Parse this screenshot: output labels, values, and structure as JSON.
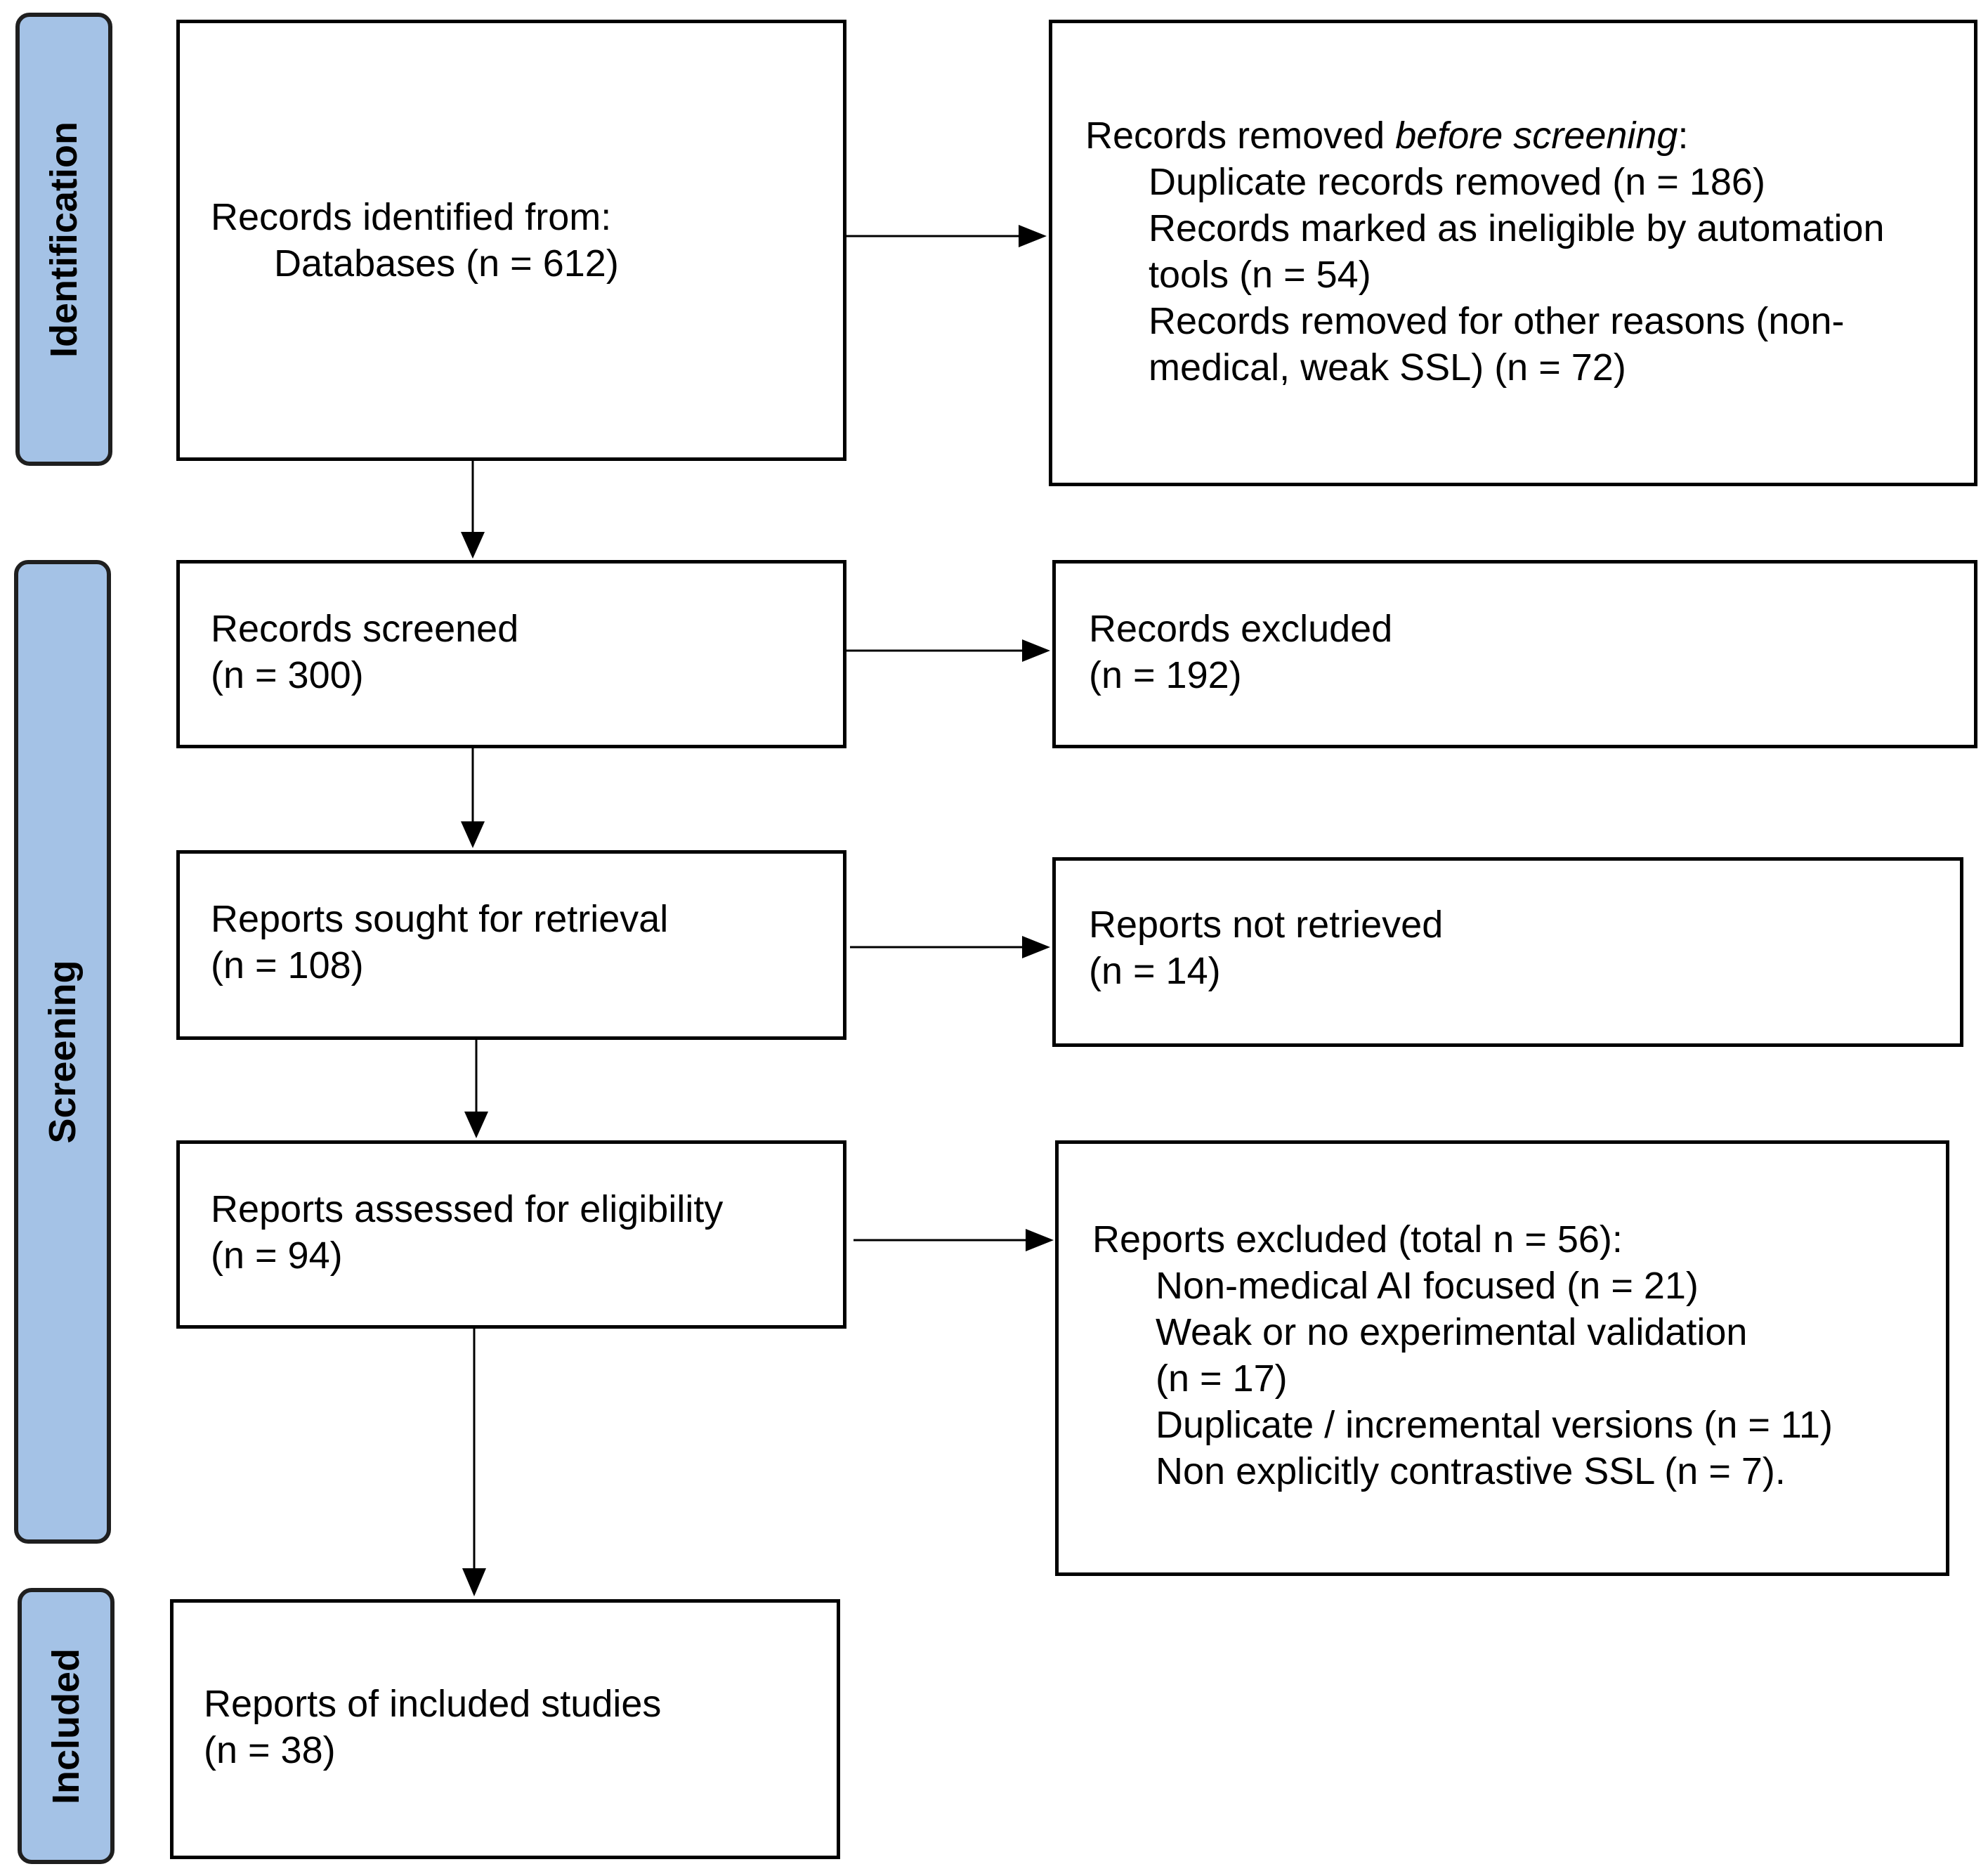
{
  "phases": {
    "identification": "Identification",
    "screening": "Screening",
    "included": "Included"
  },
  "identified": {
    "heading": "Records identified from:",
    "databases": "Databases (n = 612)"
  },
  "removed": {
    "heading_pre": "Records removed ",
    "heading_em": "before screening",
    "heading_post": ":",
    "duplicates": "Duplicate records removed (n = 186)",
    "automation_1": "Records marked as ineligible by automation",
    "automation_2": "tools (n = 54)",
    "other_1": "Records removed for other reasons (non-",
    "other_2": "medical, weak SSL) (n = 72)"
  },
  "screened": {
    "label": "Records screened",
    "count": "(n = 300)"
  },
  "excluded": {
    "label": "Records excluded",
    "count": "(n = 192)"
  },
  "sought": {
    "label": "Reports sought for retrieval",
    "count": "(n = 108)"
  },
  "not_retrieved": {
    "label": "Reports not retrieved",
    "count": "(n = 14)"
  },
  "assessed": {
    "label": "Reports assessed for eligibility",
    "count": "(n = 94)"
  },
  "reports_excluded": {
    "heading": "Reports excluded (total n = 56):",
    "non_medical": "Non-medical AI focused (n = 21)",
    "weak_1": "Weak or no experimental validation",
    "weak_2": "(n = 17)",
    "duplicate": "Duplicate / incremental versions (n = 11)",
    "non_contrastive": "Non explicitly contrastive SSL (n = 7)."
  },
  "included": {
    "label": "Reports of included studies",
    "count": "(n = 38)"
  },
  "colors": {
    "phase_fill": "#a4c2e6",
    "line": "#000000"
  }
}
